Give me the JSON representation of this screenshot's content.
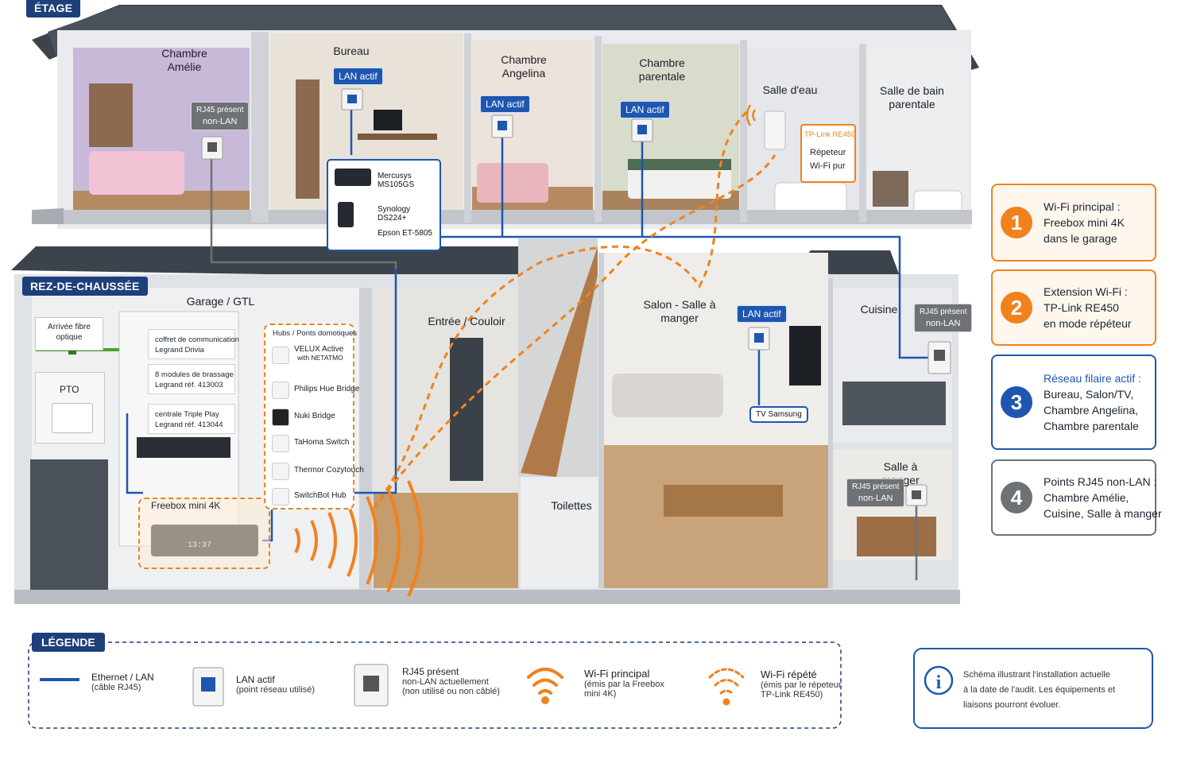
{
  "floors": {
    "upper": "ÉTAGE",
    "ground": "REZ-DE-CHAUSSÉE"
  },
  "rooms": {
    "amelie": [
      "Chambre",
      "Amélie"
    ],
    "bureau": "Bureau",
    "angelina": [
      "Chambre",
      "Angelina"
    ],
    "parentale": [
      "Chambre",
      "parentale"
    ],
    "salle_eau": "Salle d'eau",
    "sdb_parentale": [
      "Salle de bain",
      "parentale"
    ],
    "garage": "Garage / GTL",
    "entree": "Entrée / Couloir",
    "salon": "Salon - Salle à manger",
    "cuisine": "Cuisine",
    "salle_manger": "Salle à manger",
    "toilettes": "Toilettes"
  },
  "tags": {
    "lan_actif": "LAN actif",
    "rj45_line1": "RJ45 présent",
    "rj45_line2": "non-LAN",
    "tv": "TV Samsung"
  },
  "bureau_devices": [
    "Mercusys MS105GS",
    "Synology DS224+",
    "Epson ET-5805"
  ],
  "repeater": {
    "model": "TP-Link RE450",
    "line1": "Répeteur",
    "line2": "Wi-Fi pur"
  },
  "gtl": {
    "fibre": [
      "Arrivée fibre",
      "optique"
    ],
    "pto": "PTO",
    "coffret": [
      "coffret de communication",
      "Legrand Drivia"
    ],
    "modules": [
      "8 modules de brassage",
      "Legrand réf. 413003"
    ],
    "centrale": [
      "centrale Triple Play",
      "Legrand réf. 413044"
    ],
    "freebox": "Freebox mini 4K",
    "clock": "13:37"
  },
  "hubs": {
    "title": "Hubs / Ponts domotiques",
    "items": [
      {
        "l1": "VELUX Active",
        "l2": "with NETATMO"
      },
      {
        "l1": "Philips Hue Bridge",
        "l2": ""
      },
      {
        "l1": "Nuki Bridge",
        "l2": ""
      },
      {
        "l1": "TaHoma Switch",
        "l2": ""
      },
      {
        "l1": "Thermor Cozytouch",
        "l2": ""
      },
      {
        "l1": "SwitchBot Hub",
        "l2": ""
      }
    ]
  },
  "side_cards": [
    {
      "num": "1",
      "lines": [
        "Wi-Fi principal :",
        "Freebox mini 4K",
        "dans le garage"
      ],
      "color": "#f0821e",
      "bg": "#fff7ee"
    },
    {
      "num": "2",
      "lines": [
        "Extension Wi-Fi :",
        "TP-Link RE450",
        "en mode répéteur"
      ],
      "color": "#f0821e",
      "bg": "#fff7ee"
    },
    {
      "num": "3",
      "lines": [
        "Réseau filaire actif :",
        "Bureau, Salon/TV,",
        "Chambre Angelina,",
        "Chambre parentale"
      ],
      "color": "#1e56b0",
      "bg": "#ffffff"
    },
    {
      "num": "4",
      "lines": [
        "Points RJ45 non-LAN :",
        "Chambre Amélie,",
        "Cuisine, Salle à manger"
      ],
      "color": "#6e7175",
      "bg": "#ffffff"
    }
  ],
  "legend": {
    "title": "LÉGENDE",
    "items": [
      {
        "t": "Ethernet / LAN",
        "s": [
          "(câble RJ45)"
        ]
      },
      {
        "t": "LAN actif",
        "s": [
          "(point réseau utilisé)"
        ]
      },
      {
        "t": "RJ45 présent",
        "s": [
          "non-LAN actuellement",
          "(non utilisé ou non câblé)"
        ]
      },
      {
        "t": "Wi-Fi principal",
        "s": [
          "(émis par la Freebox",
          "mini 4K)"
        ]
      },
      {
        "t": "Wi-Fi répété",
        "s": [
          "(émis par le répeteur",
          "TP-Link RE450)"
        ]
      }
    ]
  },
  "note": [
    "Schéma illustrant l'installation actuelle",
    "à la date de l'audit. Les équipements et",
    "liaisons pourront évoluer."
  ],
  "colors": {
    "lan": "#1e56b0",
    "wifi": "#f0821e",
    "nonlan": "#6e7175",
    "roof": "#3c434c"
  }
}
